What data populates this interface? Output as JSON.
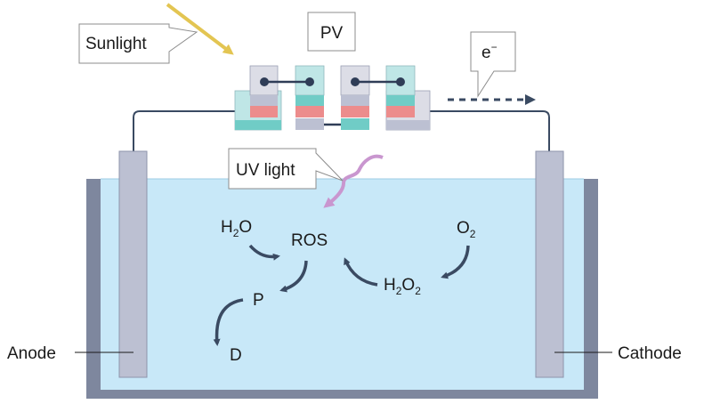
{
  "labels": {
    "sunlight": "Sunlight",
    "pv": "PV",
    "electron": "e",
    "electron_sup": "−",
    "uv_light": "UV light",
    "anode": "Anode",
    "cathode": "Cathode"
  },
  "species": {
    "h2o": {
      "main": "H",
      "sub": "2",
      "tail": "O"
    },
    "ros": "ROS",
    "o2": {
      "main": "O",
      "sub": "2"
    },
    "h2o2": {
      "h": "H",
      "sub1": "2",
      "o": "O",
      "sub2": "2"
    },
    "p": "P",
    "d": "D"
  },
  "colors": {
    "electrolyte": "#c8e8f8",
    "tank_wall": "#7e879e",
    "electrode": "#bcc0d2",
    "wire": "#3a4a62",
    "sunlight_arrow": "#e3c552",
    "uv_wave": "#c996cf",
    "pv_teal": "#70ccc6",
    "pv_teal_light": "#bfe6e6",
    "pv_gray": "#dcdde6",
    "pv_red": "#ec8c8c"
  }
}
